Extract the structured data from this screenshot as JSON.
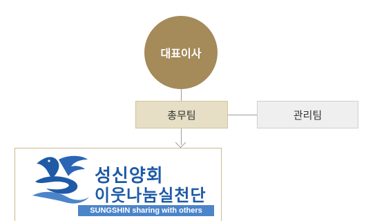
{
  "org_chart": {
    "ceo_label": "대표이사",
    "general_affairs_label": "총무팀",
    "management_label": "관리팀"
  },
  "logo": {
    "title": "성신양회",
    "subtitle": "이웃나눔실천단",
    "tagline": "SUNGSHIN sharing  with others"
  },
  "colors": {
    "ceo_circle": "#a58a5a",
    "general_affairs_box": "#e6dfc5",
    "management_box": "#efefef",
    "logo_blue": "#1e5aa6"
  },
  "icons": [
    "arrow-down-icon",
    "pegasus-logo-icon"
  ]
}
